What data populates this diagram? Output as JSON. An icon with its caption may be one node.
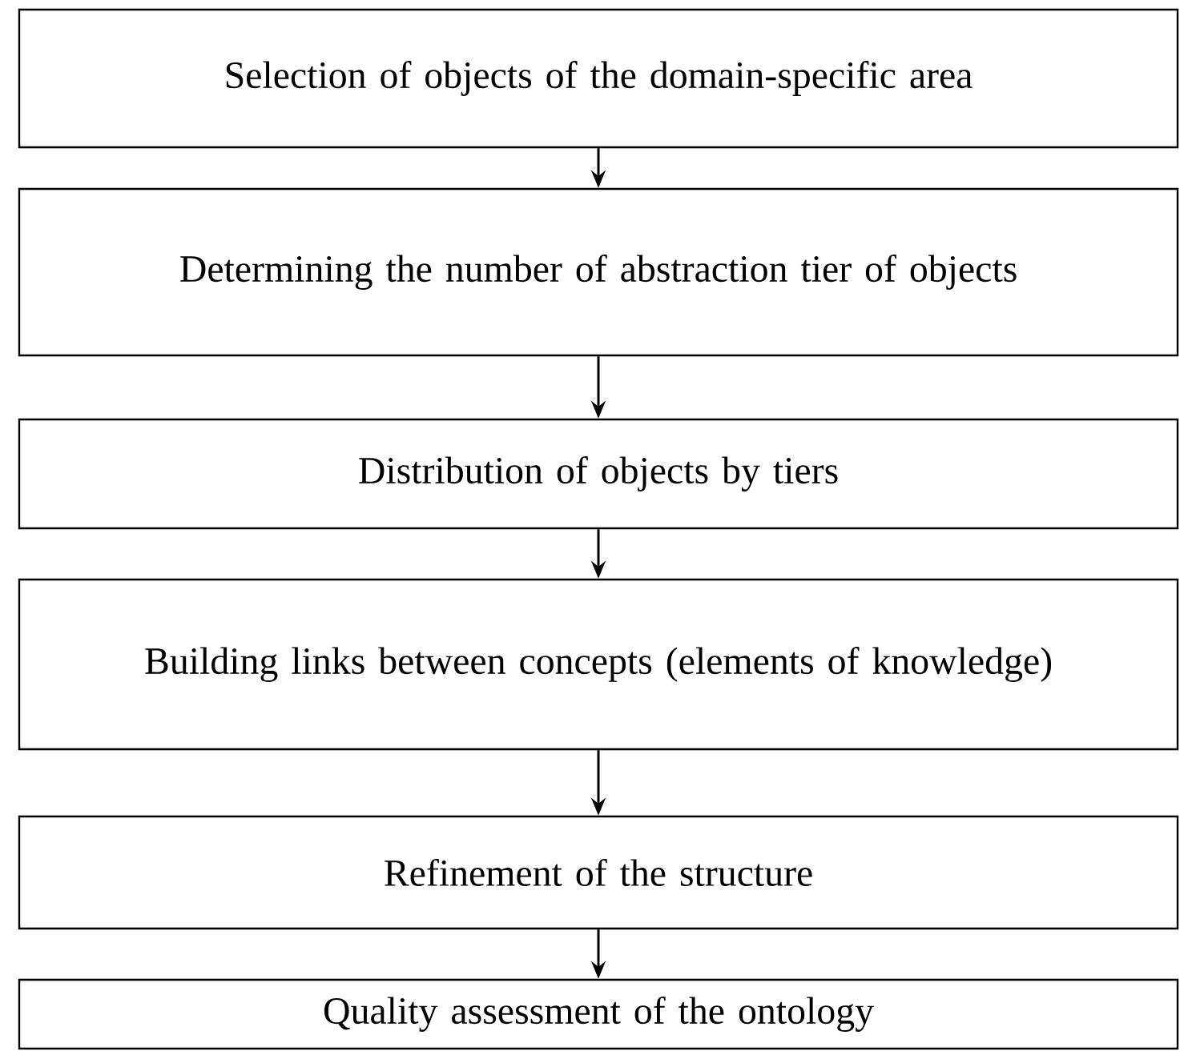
{
  "diagram": {
    "nodes": [
      {
        "text": [
          "Selection of objects of the domain-specific area"
        ]
      },
      {
        "text": [
          "Determining the number of abstraction tier of objects"
        ]
      },
      {
        "text": [
          "Distribution of objects by tiers"
        ]
      },
      {
        "text": [
          "Building links between concepts (elements of knowledge)"
        ]
      },
      {
        "text": [
          "Refinement of the structure"
        ]
      },
      {
        "text": [
          "Quality assessment of the ontology"
        ]
      }
    ],
    "edges": [
      {
        "from": 0,
        "to": 1,
        "arrow": "to"
      },
      {
        "from": 1,
        "to": 2,
        "arrow": "to"
      },
      {
        "from": 2,
        "to": 3,
        "arrow": "to"
      },
      {
        "from": 3,
        "to": 4,
        "arrow": "to"
      },
      {
        "from": 4,
        "to": 5,
        "arrow": "to"
      }
    ]
  }
}
